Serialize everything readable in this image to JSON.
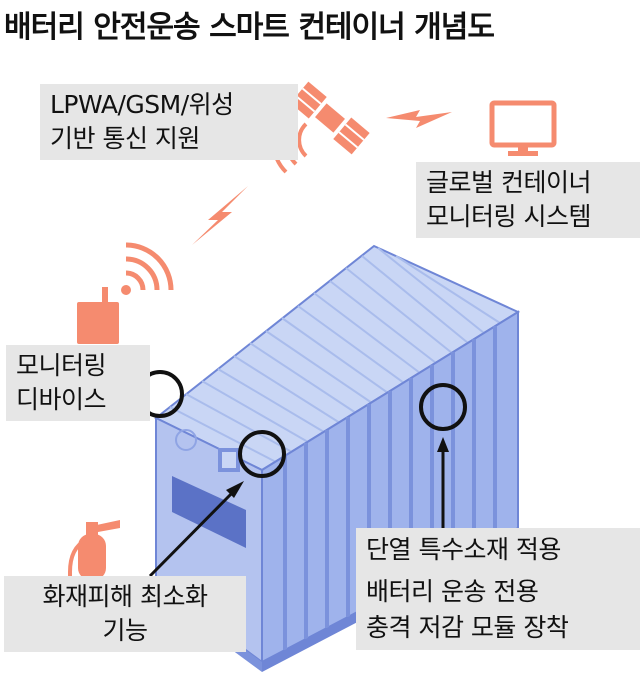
{
  "title": "배터리 안전운송 스마트 컨테이너 개념도",
  "labels": {
    "satellite": [
      "LPWA/GSM/위성",
      "기반 통신 지원"
    ],
    "monitoring_system": [
      "글로벌 컨테이너",
      "모니터링 시스템"
    ],
    "device": [
      "모니터링",
      "디바이스"
    ],
    "fire": [
      "화재피해 최소화",
      "기능"
    ],
    "insulation": [
      "단열 특수소재 적용",
      "배터리 운송 전용",
      "충격 저감 모듈 장착"
    ]
  },
  "icons": [
    "satellite-icon",
    "lightning-icon",
    "monitor-icon",
    "wifi-icon",
    "tracker-device-icon",
    "fire-extinguisher-icon",
    "shipping-container-illustration"
  ],
  "colors": {
    "accent": "#f58b6f",
    "container_top": "#c9d6f5",
    "container_side": "#9fb3ec",
    "container_front": "#b4c3ef",
    "container_edge": "#6f86d6",
    "label_bg": "#e6e6e6"
  }
}
